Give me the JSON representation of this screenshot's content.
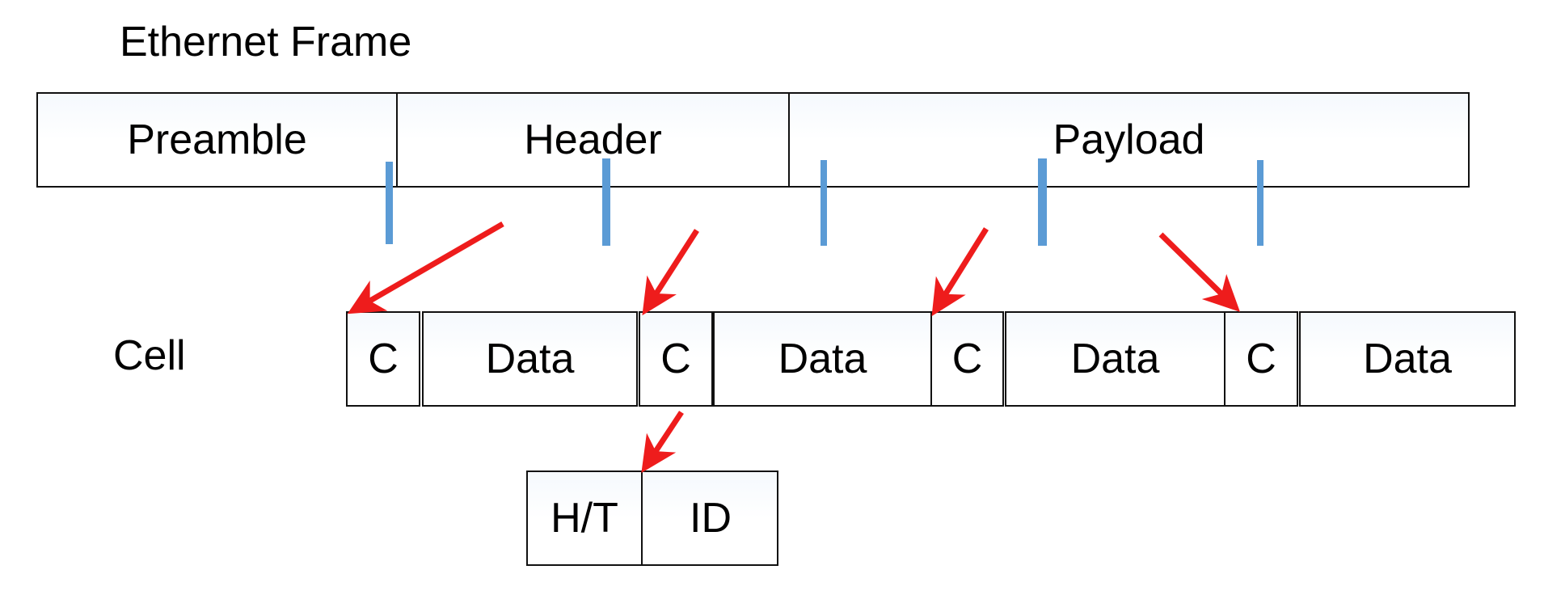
{
  "diagram": {
    "title": "Ethernet Frame",
    "side_label": "Cell",
    "accent_blue": "#5b9bd5",
    "arrow_red": "#ee1c1c",
    "line_black": "#111111"
  },
  "frame": {
    "segments": [
      {
        "label": "Preamble"
      },
      {
        "label": "Header"
      },
      {
        "label": "Payload"
      }
    ]
  },
  "cells": {
    "boxes": [
      {
        "label": "C"
      },
      {
        "label": "Data"
      },
      {
        "label": "C"
      },
      {
        "label": "Data"
      },
      {
        "label": "C"
      },
      {
        "label": "Data"
      },
      {
        "label": "C"
      },
      {
        "label": "Data"
      }
    ]
  },
  "cell_header": {
    "fields": [
      {
        "label": "H/T"
      },
      {
        "label": "ID"
      }
    ]
  },
  "markers": {
    "tick_count": 5,
    "arrow_count": 5
  }
}
